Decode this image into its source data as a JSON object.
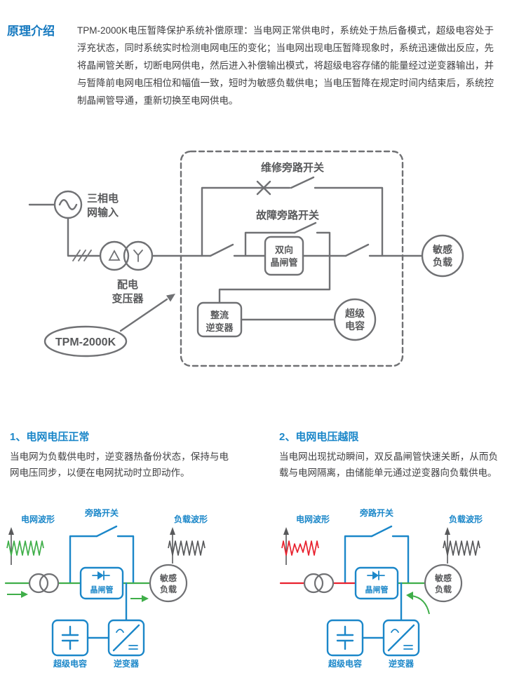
{
  "colors": {
    "heading_blue": "#1478bf",
    "accent_blue": "#1b87c9",
    "diagram_gray": "#707174",
    "text_gray": "#3f3f41",
    "wave_green": "#3fae49",
    "wave_red": "#e8212e"
  },
  "header": {
    "title": "原理介绍",
    "intro": "TPM-2000K电压暂降保护系统补偿原理：当电网正常供电时，系统处于热后备模式，超级电容处于浮充状态，同时系统实时检测电网电压的变化；当电网出现电压暂降现象时，系统迅速做出反应，先将晶闸管关断，切断电网供电，然后进入补偿输出模式，将超级电容存储的能量经过逆变器输出，并与暂降前电网电压相位和幅值一致，短时为敏感负载供电；当电压暂降在规定时间内结束后，系统控制晶闸管导通，重新切换至电网供电。"
  },
  "main_diagram": {
    "maintenance_bypass": "维修旁路开关",
    "fault_bypass": "故障旁路开关",
    "grid_input": [
      "三相电",
      "网输入"
    ],
    "transformer": [
      "配电",
      "变压器"
    ],
    "thyristor": [
      "双向",
      "晶闸管"
    ],
    "rectifier_inverter": [
      "整流",
      "逆变器"
    ],
    "supercap": [
      "超级",
      "电容"
    ],
    "load": [
      "敏感",
      "负载"
    ],
    "product": "TPM-2000K"
  },
  "sections": [
    {
      "title": "1、电网电压正常",
      "body": "当电网为负载供电时，逆变器热备份状态，保持与电网电压同步，以便在电网扰动时立即动作。",
      "labels": {
        "grid_wave": "电网波形",
        "bypass": "旁路开关",
        "load_wave": "负载波形",
        "thyristor": "晶闸管",
        "load": [
          "敏感",
          "负载"
        ],
        "supercap": "超级电容",
        "inverter": "逆变器"
      }
    },
    {
      "title": "2、电网电压越限",
      "body": "当电网出现扰动瞬间，双反晶闸管快速关断，从而负载与电网隔离，由储能单元通过逆变器向负载供电。",
      "labels": {
        "grid_wave": "电网波形",
        "bypass": "旁路开关",
        "load_wave": "负载波形",
        "thyristor": "晶闸管",
        "load": [
          "敏感",
          "负载"
        ],
        "supercap": "超级电容",
        "inverter": "逆变器"
      }
    }
  ]
}
